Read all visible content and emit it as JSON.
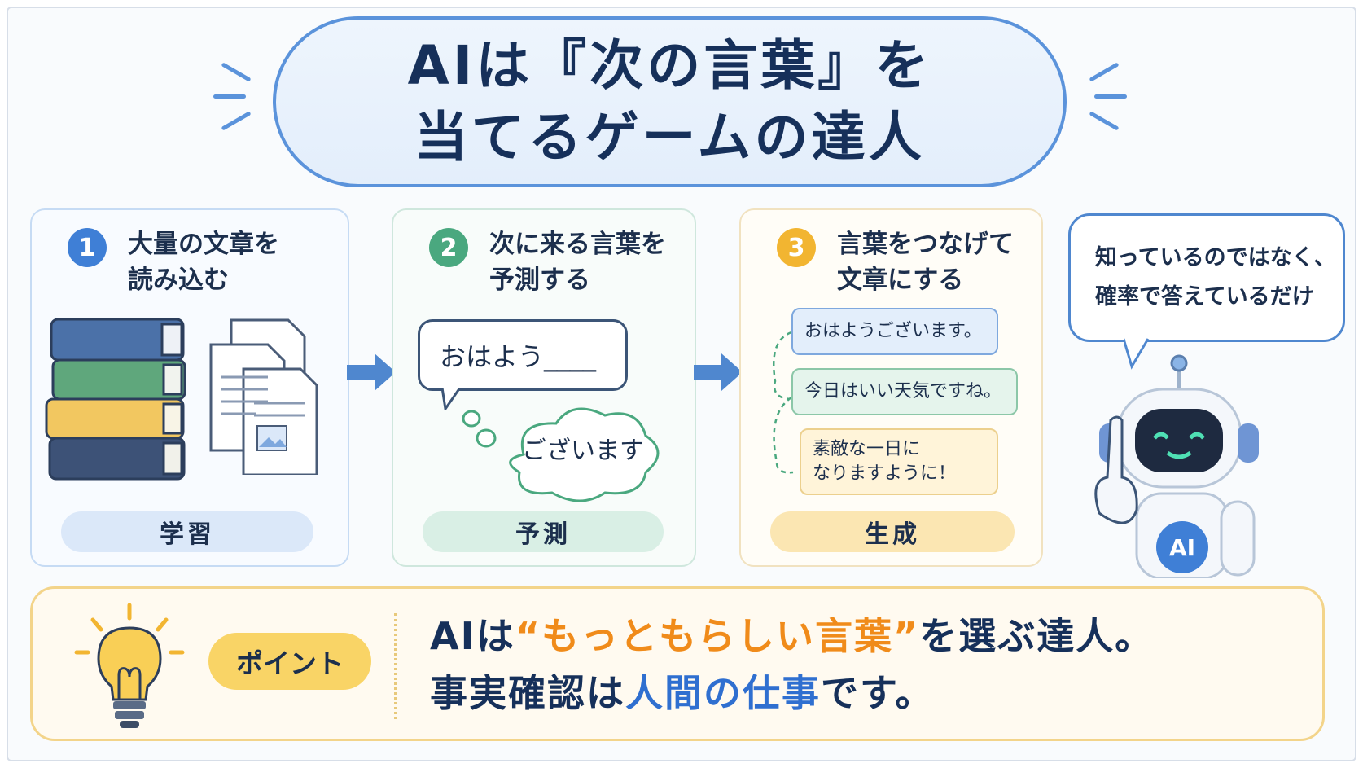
{
  "title": {
    "line1": "AIは『次の言葉』を",
    "line2": "当てるゲームの達人"
  },
  "steps": [
    {
      "num": "1",
      "text": "大量の文章を\n読み込む",
      "label": "学習",
      "color": "#3f7fd6"
    },
    {
      "num": "2",
      "text": "次に来る言葉を\n予測する",
      "label": "予測",
      "color": "#4aa87f"
    },
    {
      "num": "3",
      "text": "言葉をつなげて\n文章にする",
      "label": "生成",
      "color": "#f2b531"
    }
  ],
  "prediction": {
    "prompt": "おはよう____",
    "guess": "ございます"
  },
  "generation": {
    "sentences": [
      "おはようございます。",
      "今日はいい天気ですね。",
      "素敵な一日に\nなりますように！"
    ]
  },
  "robot": {
    "thought_line1": "知っているのではなく、",
    "thought_line2": "確率で答えているだけ",
    "badge": "AI"
  },
  "point": {
    "label": "ポイント",
    "line1_a": "AIは",
    "line1_b": "“もっともらしい言葉”",
    "line1_c": "を選ぶ達人。",
    "line2_a": "事実確認は",
    "line2_b": "人間の仕事",
    "line2_c": "です。"
  }
}
